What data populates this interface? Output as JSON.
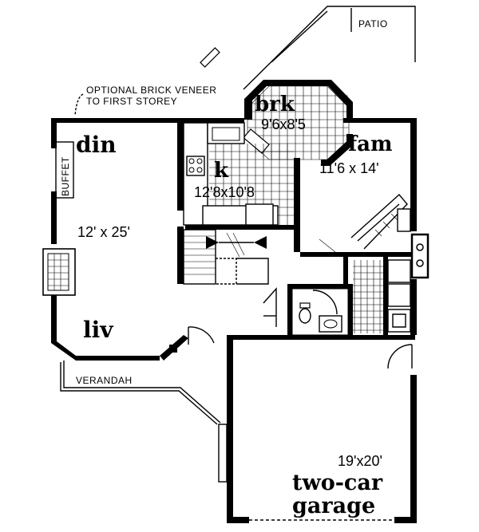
{
  "notes": {
    "patio": "PATIO",
    "veneer_line1": "OPTIONAL BRICK VENEER",
    "veneer_line2": "TO FIRST STOREY",
    "buffet": "BUFFET",
    "verandah": "VERANDAH"
  },
  "rooms": {
    "breakfast": {
      "name": "brk",
      "size": "9'6x8'5"
    },
    "dining": {
      "name": "din"
    },
    "kitchen": {
      "name": "k",
      "size": "12'8x10'8"
    },
    "family": {
      "name": "fam",
      "size": "11'6 x 14'"
    },
    "living": {
      "name": "liv",
      "size": "12' x 25'"
    },
    "garage": {
      "name_line1": "two-car",
      "name_line2": "garage",
      "size": "19'x20'"
    }
  }
}
